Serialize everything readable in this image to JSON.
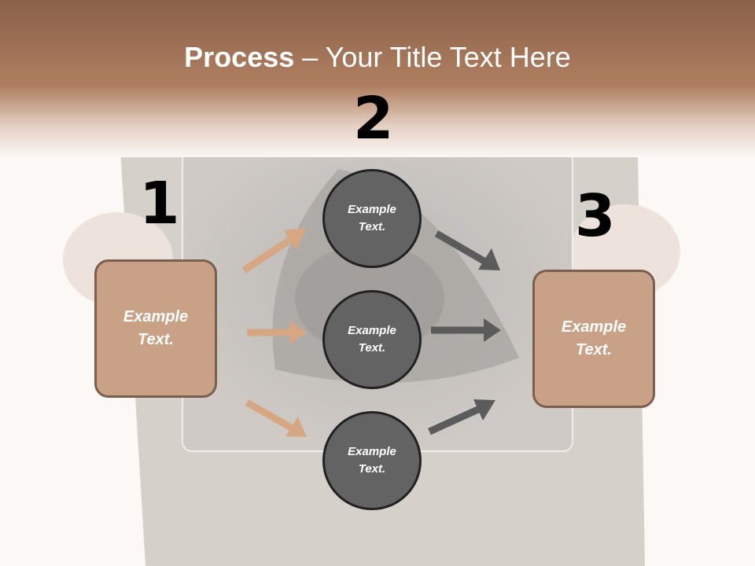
{
  "title": {
    "bold": "Process",
    "rest": " – Your Title Text Here"
  },
  "steps": [
    {
      "number": "1",
      "text": "Example\nText."
    },
    {
      "number": "2",
      "items": [
        {
          "text": "Example\nText."
        },
        {
          "text": "Example\nText."
        },
        {
          "text": "Example\nText."
        }
      ]
    },
    {
      "number": "3",
      "text": "Example\nText."
    }
  ],
  "colors": {
    "box_fill": "#c8a187",
    "box_border": "#7a5f51",
    "circle_fill": "#636363",
    "circle_border": "#222222",
    "arrow_left": "#d7a683",
    "arrow_right": "#5b5b5b",
    "title_band": "#9a6b4d"
  }
}
